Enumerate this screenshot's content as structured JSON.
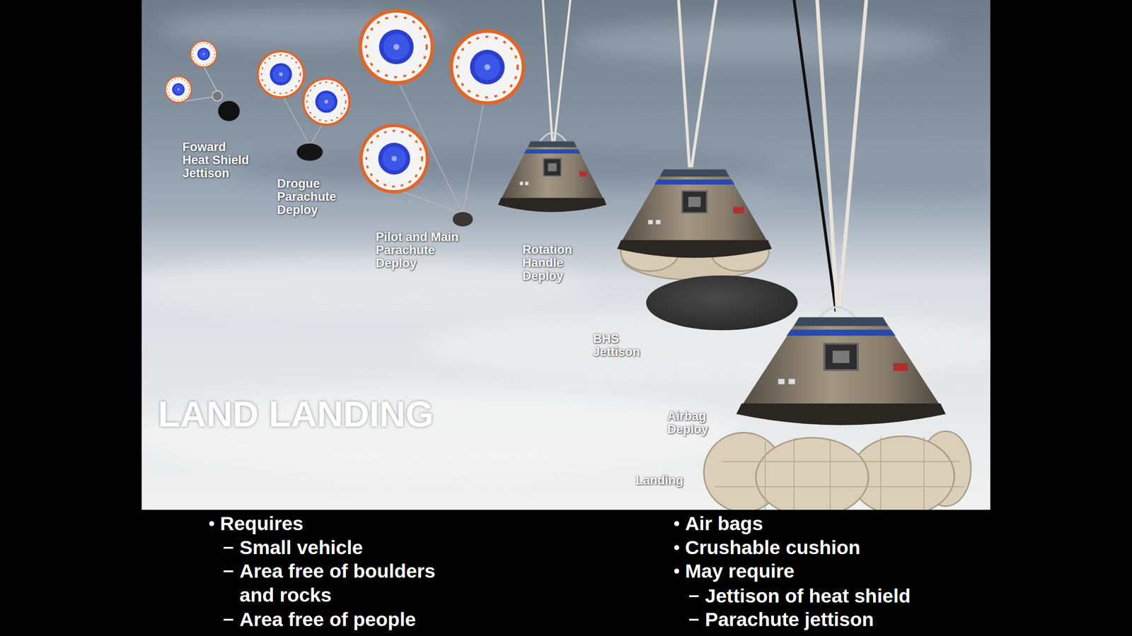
{
  "diagram": {
    "title": "LAND LANDING",
    "labels": [
      "Foward Heat Shield Jettison",
      "Drogue Parachute Deploy",
      "Pilot and Main Parachute Deploy",
      "Rotation Handle Deploy",
      "BHS Jettison",
      "Airbag Deploy",
      "Landing",
      "Requires",
      "Small vehicle",
      "Area free of boulders and rocks",
      "Area free of people",
      "Air bags",
      "Crushable cushion",
      "May require",
      "Jettison of heat shield",
      "Parachute jettison"
    ]
  }
}
